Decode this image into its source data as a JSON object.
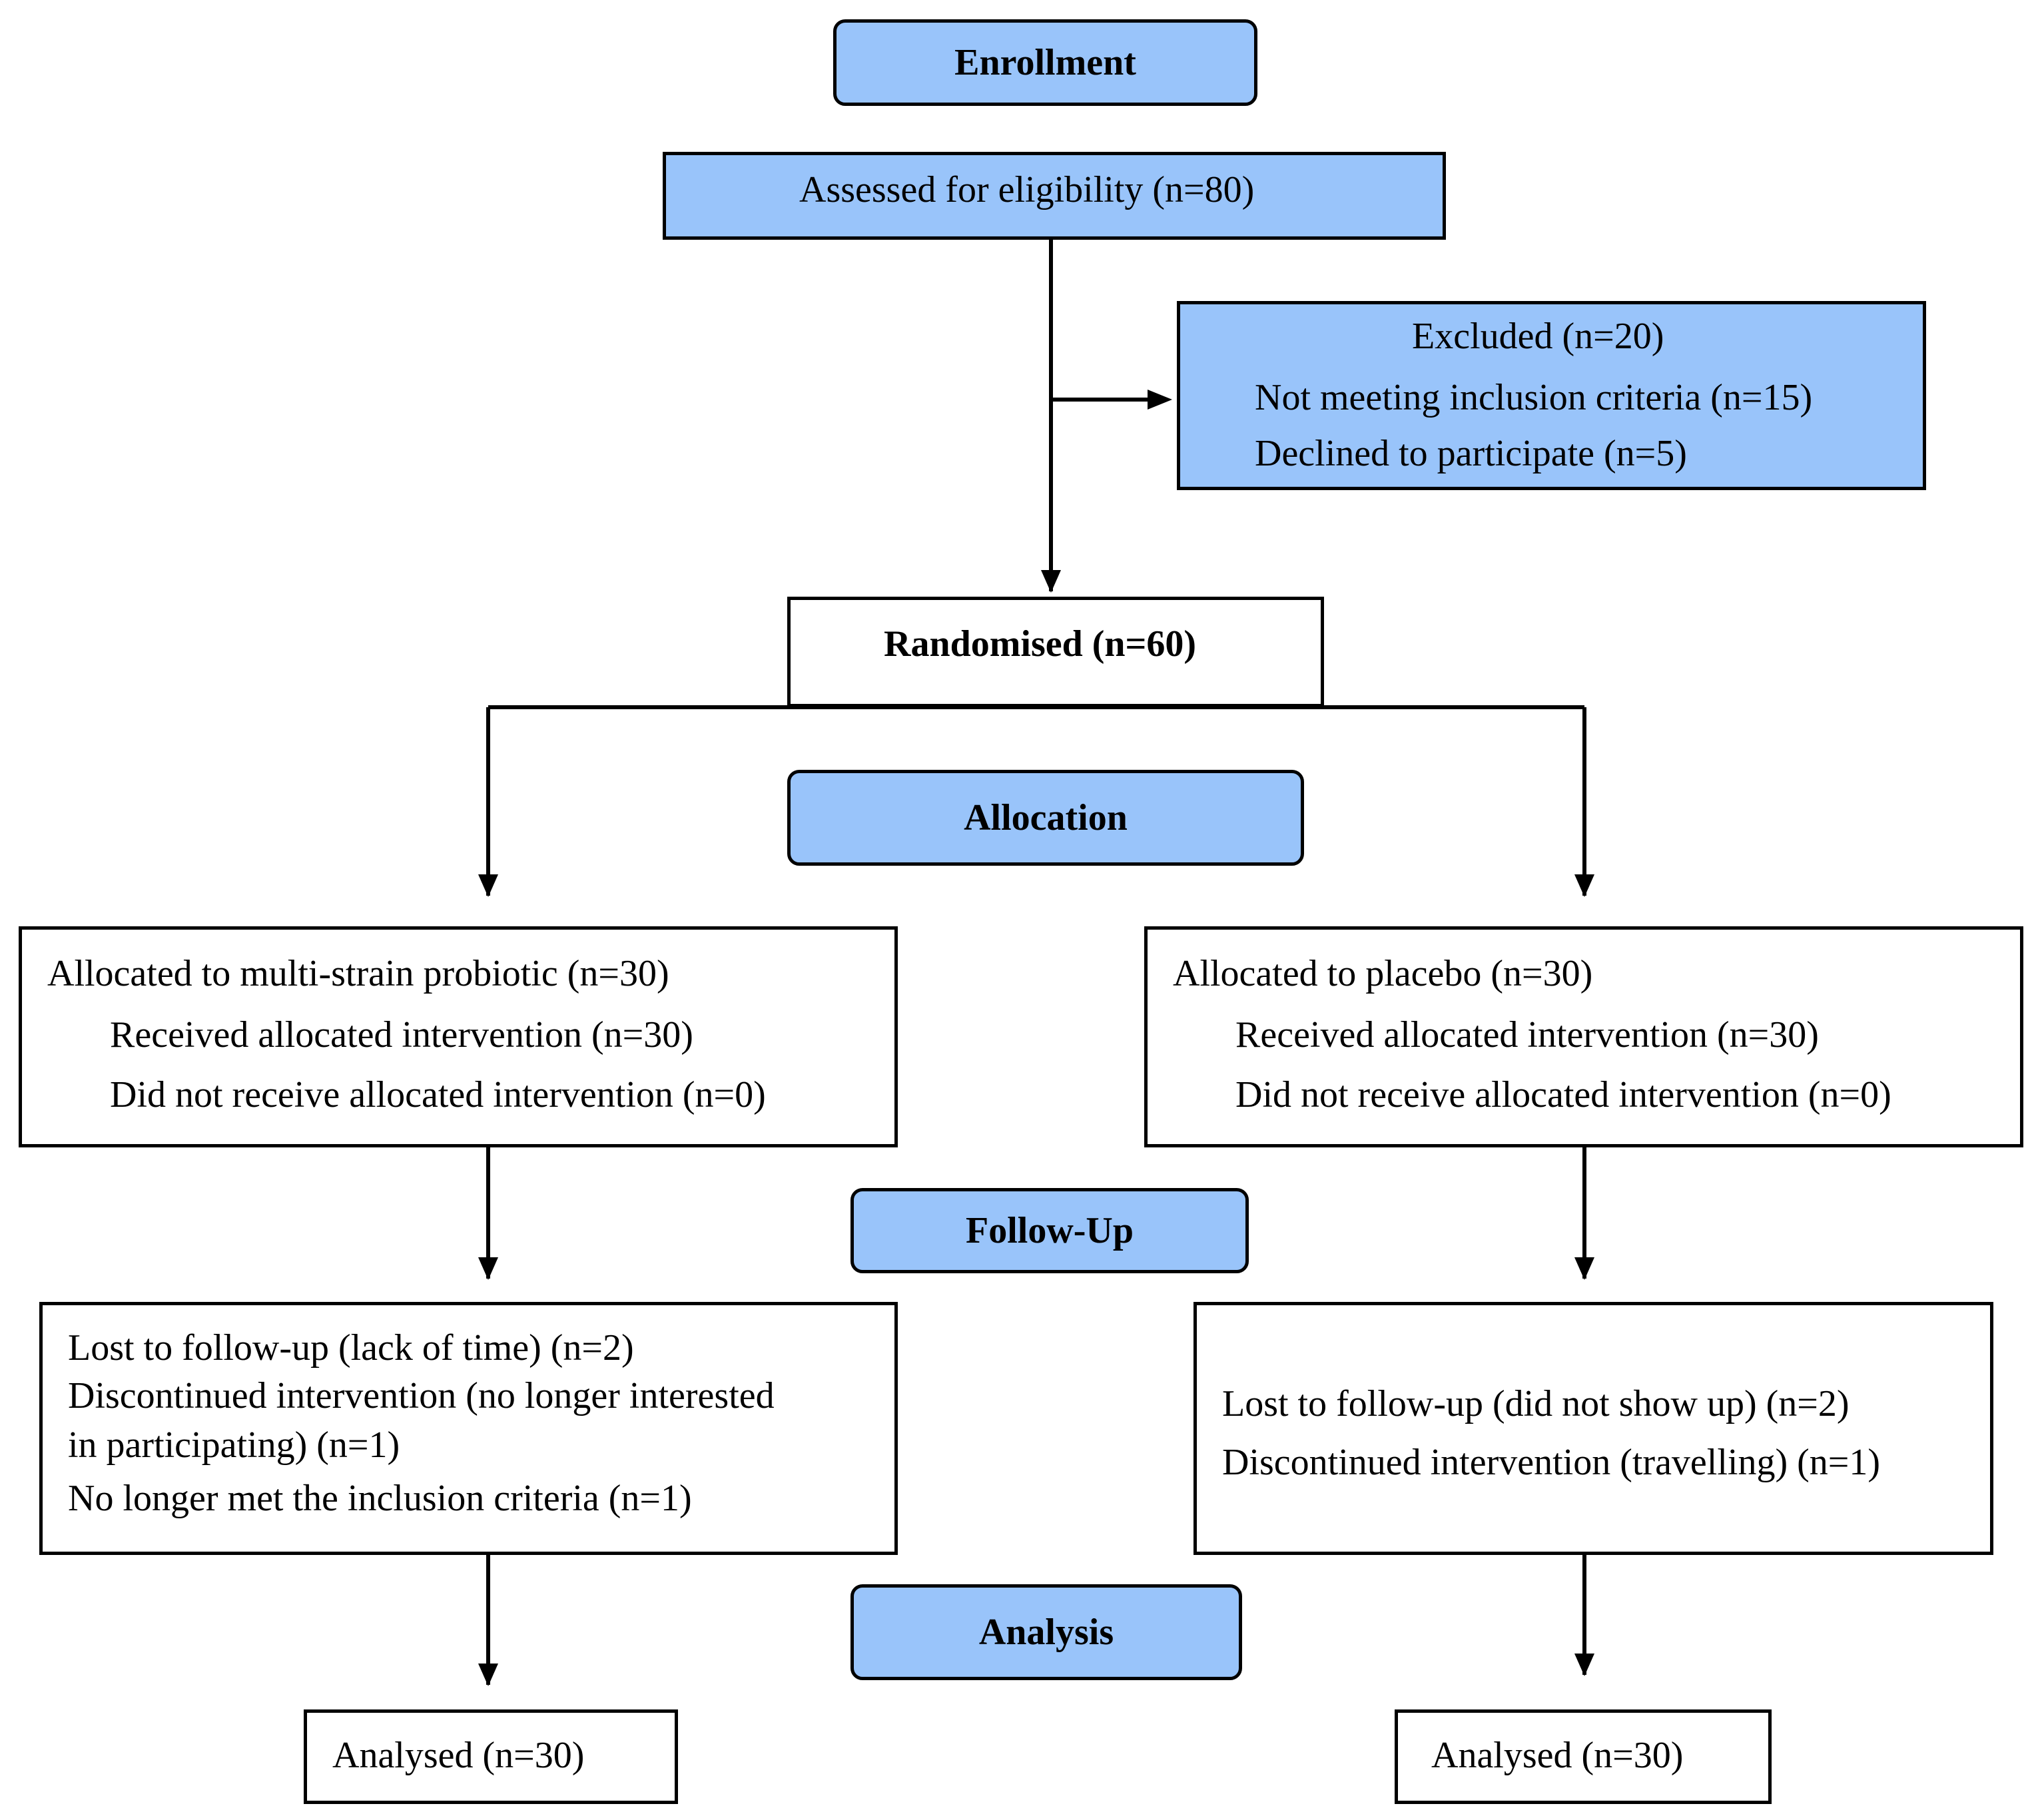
{
  "colors": {
    "stage_fill": "#99c4fa",
    "box_fill": "#ffffff",
    "stroke": "#000000"
  },
  "stages": {
    "enrollment": "Enrollment",
    "allocation": "Allocation",
    "follow_up": "Follow-Up",
    "analysis": "Analysis"
  },
  "assessed": "Assessed for eligibility (n=80)",
  "excluded": {
    "title": "Excluded (n=20)",
    "items": [
      "Not meeting inclusion criteria (n=15)",
      "Declined to participate (n=5)"
    ]
  },
  "randomised": "Randomised (n=60)",
  "arms": [
    {
      "allocated": "Allocated to multi-strain probiotic (n=30)",
      "received": "Received allocated intervention (n=30)",
      "not_received": "Did not receive allocated intervention (n=0)",
      "follow_up": [
        "Lost to follow-up (lack of time) (n=2)",
        "Discontinued intervention (no longer interested",
        "in participating) (n=1)",
        "No longer met the inclusion criteria (n=1)"
      ],
      "analysed": "Analysed (n=30)"
    },
    {
      "allocated": "Allocated to placebo (n=30)",
      "received": "Received allocated intervention (n=30)",
      "not_received": "Did not receive allocated intervention (n=0)",
      "follow_up": [
        "Lost to follow-up (did not show up) (n=2)",
        "Discontinued intervention (travelling) (n=1)"
      ],
      "analysed": "Analysed (n=30)"
    }
  ]
}
